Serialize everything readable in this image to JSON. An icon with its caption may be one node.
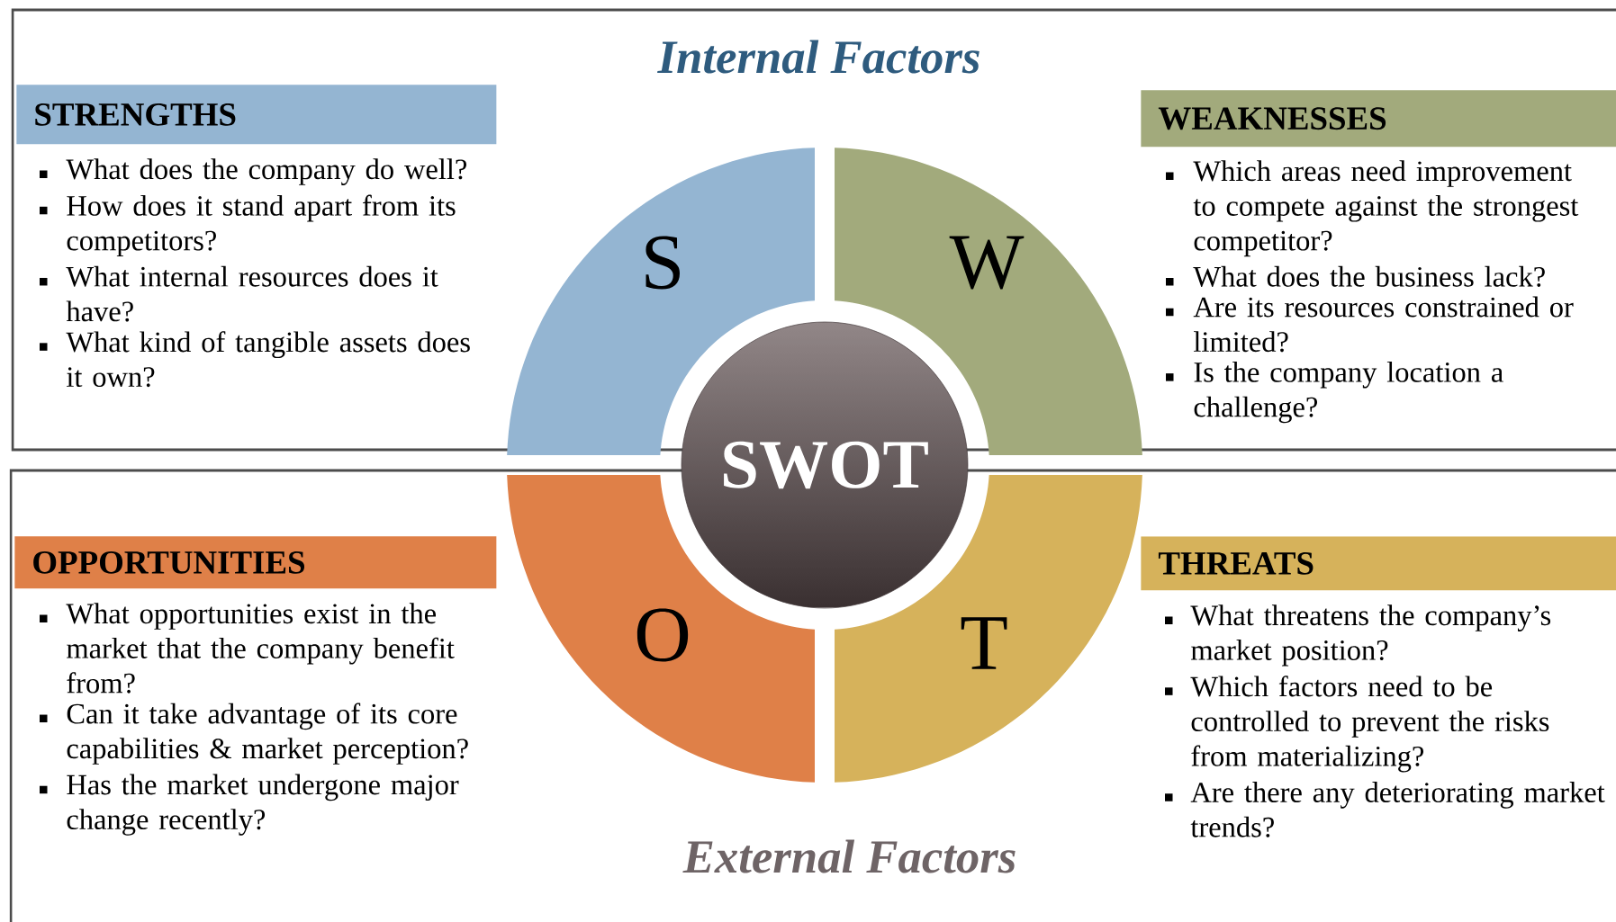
{
  "diagram": {
    "nodes": [
      {
        "text": [
          "STRENGTHS",
          "What does the company do well?",
          "How does it stand apart from its competitors?",
          "What internal resources does it have?",
          "What kind of tangible assets does it own?"
        ]
      },
      {
        "text": [
          "S"
        ]
      },
      {
        "text": [
          "W"
        ]
      },
      {
        "text": [
          "WEAKNESSES",
          "Which areas need improvement to compete against the strongest competitor?",
          "What does the business lack?",
          "Are its resources constrained or limited?",
          "Is the company location a challenge?"
        ]
      },
      {
        "text": [
          "SWOT"
        ]
      },
      {
        "text": [
          "OPPORTUNITIES",
          "What opportunities exist in the market that the company benefit from?",
          "Can it take advantage of its core capabilities & market perception?",
          "Has the market undergone major change recently?"
        ]
      },
      {
        "text": [
          "O"
        ]
      },
      {
        "text": [
          "T"
        ]
      },
      {
        "text": [
          "THREATS",
          "What threatens the company’s market position?",
          "Which factors need to be controlled to prevent the risks from materializing?",
          "Are there any deteriorating market trends?"
        ]
      }
    ],
    "labels": [
      "Internal Factors",
      "External Factors"
    ]
  }
}
